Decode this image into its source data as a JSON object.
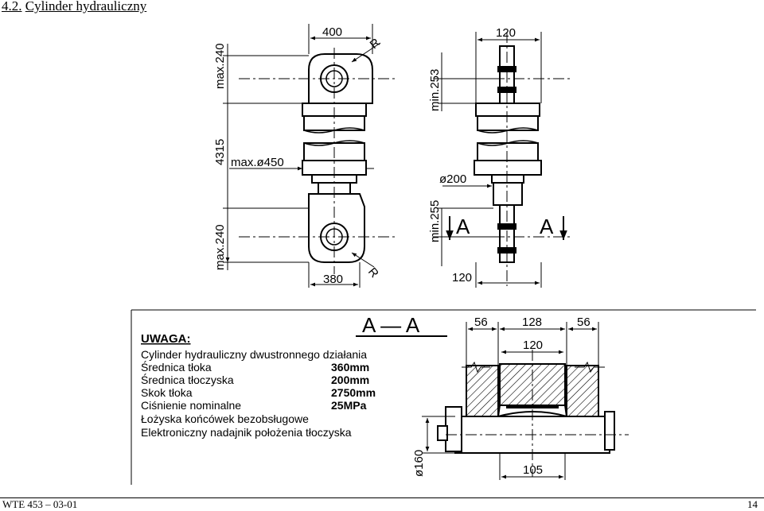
{
  "header": {
    "number": "4.2.",
    "title": "Cylinder hydrauliczny"
  },
  "drawing": {
    "front_view": {
      "top_width": "400",
      "radius": "R",
      "top_height": "max.240",
      "overall_length": "4315",
      "diameter": "max.ø450",
      "bottom_height": "max.240",
      "bottom_width": "380",
      "radius_bottom": "R"
    },
    "side_view": {
      "top_width": "120",
      "top_min": "min.253",
      "rod_diameter": "ø200",
      "bottom_min": "min.255",
      "bottom_width": "120",
      "section_mark_left": "A",
      "section_mark_right": "A"
    },
    "notes": {
      "title": "UWAGA:",
      "lines": [
        {
          "label": "Cylinder hydrauliczny dwustronnego działania",
          "value": ""
        },
        {
          "label": "Średnica tłoka",
          "value": "360mm"
        },
        {
          "label": "Średnica tłoczyska",
          "value": "200mm"
        },
        {
          "label": "Skok tłoka",
          "value": "2750mm"
        },
        {
          "label": "Ciśnienie nominalne",
          "value": "25MPa"
        },
        {
          "label": "Łożyska końcówek bezobsługowe",
          "value": ""
        },
        {
          "label": "Elektroniczny nadajnik położenia tłoczyska",
          "value": ""
        }
      ]
    },
    "section": {
      "title": "A — A",
      "dim_left": "56",
      "dim_center": "128",
      "dim_right": "56",
      "dim_inner": "120",
      "dim_pin_diameter": "ø160",
      "dim_bottom": "105"
    }
  },
  "footer": {
    "doc_id": "WTE 453 – 03-01",
    "page": "14"
  }
}
